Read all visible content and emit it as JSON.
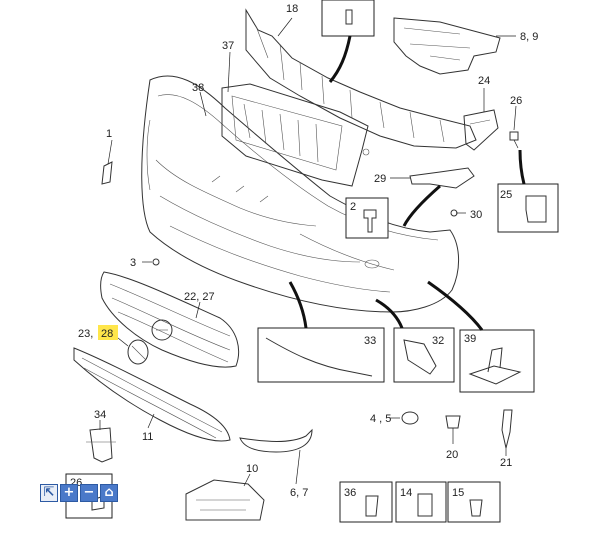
{
  "diagram": {
    "callouts": {
      "c1": "1",
      "c2": "2",
      "c3": "3",
      "c4_5": "4 , 5",
      "c6_7": "6, 7",
      "c8_9": "8, 9",
      "c10": "10",
      "c11": "11",
      "c14": "14",
      "c15": "15",
      "c18": "18",
      "c20": "20",
      "c21": "21",
      "c22_27": "22, 27",
      "c23": "23,",
      "c24": "24",
      "c25": "25",
      "c26": "26",
      "c26b": "26",
      "c28": "28",
      "c29": "29",
      "c30": "30",
      "c32": "32",
      "c33": "33",
      "c36": "36",
      "c37": "37",
      "c38": "38",
      "c39": "39"
    },
    "highlight_color": "#ffe64a"
  },
  "toolbar": {
    "select_icon": "cursor-icon",
    "zoom_in_icon": "plus-icon",
    "zoom_out_icon": "minus-icon",
    "home_icon": "home-icon",
    "glyphs": {
      "select": "⇱",
      "zoom_in": "+",
      "zoom_out": "−",
      "home": "⌂"
    },
    "accent": "#4a79c9"
  }
}
